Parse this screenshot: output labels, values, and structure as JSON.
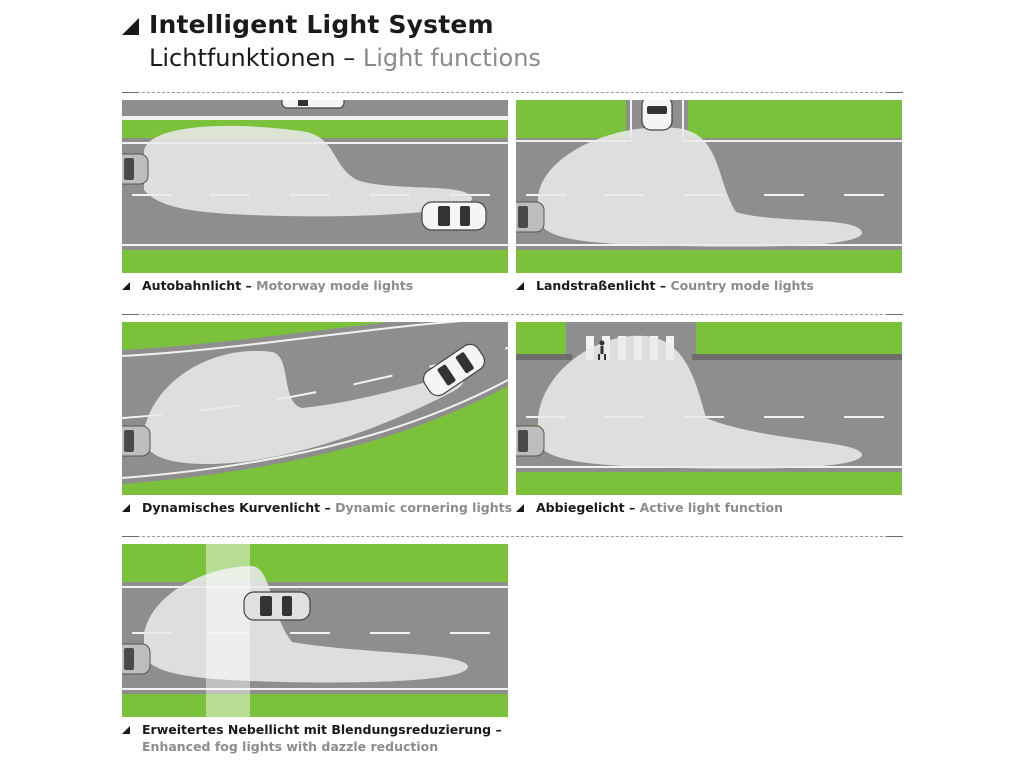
{
  "header": {
    "title": "Intelligent Light System",
    "subtitle_de": "Lichtfunktionen –",
    "subtitle_en": "Light functions"
  },
  "panels": [
    {
      "de": "Autobahnlicht –",
      "en": "Motorway mode lights"
    },
    {
      "de": "Landstraßenlicht –",
      "en": "Country mode lights"
    },
    {
      "de": "Dynamisches Kurvenlicht –",
      "en": "Dynamic cornering lights"
    },
    {
      "de": "Abbiegelicht –",
      "en": "Active light function"
    },
    {
      "de": "Erweitertes Nebellicht mit Blendungsreduzierung –",
      "en": "Enhanced fog lights with dazzle reduction"
    }
  ],
  "colors": {
    "grass": "#7cc13c",
    "road": "#8e8e8e",
    "light_beam": "#e9e9e9",
    "text_dark": "#1a1a1a",
    "text_grey": "#8c8c8c"
  }
}
